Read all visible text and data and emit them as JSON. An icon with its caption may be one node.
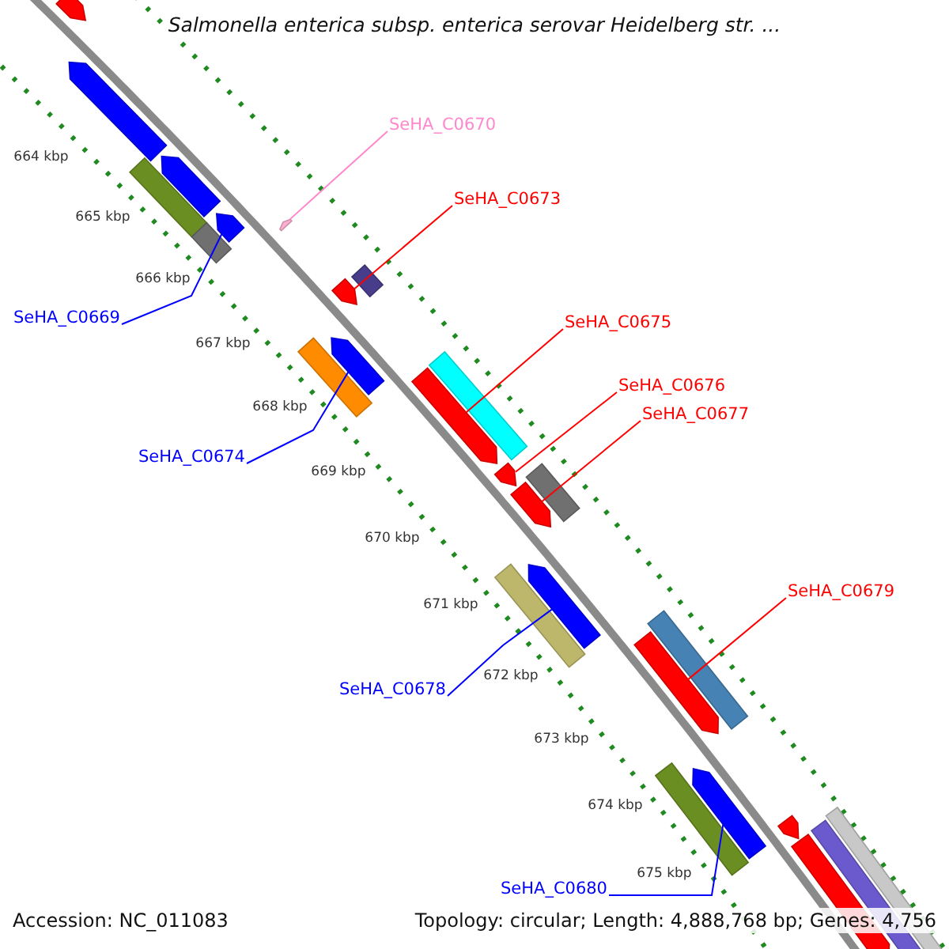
{
  "diagram": {
    "title": "Salmonella enterica subsp. enterica serovar Heidelberg str. ...",
    "nodes": [
      {
        "text": [
          "SeHA_C0670"
        ]
      },
      {
        "text": [
          "SeHA_C0673"
        ]
      },
      {
        "text": [
          "SeHA_C0669"
        ]
      },
      {
        "text": [
          "SeHA_C0675"
        ]
      },
      {
        "text": [
          "SeHA_C0676"
        ]
      },
      {
        "text": [
          "SeHA_C0677"
        ]
      },
      {
        "text": [
          "SeHA_C0674"
        ]
      },
      {
        "text": [
          "SeHA_C0679"
        ]
      },
      {
        "text": [
          "SeHA_C0678"
        ]
      },
      {
        "text": [
          "SeHA_C0680"
        ]
      },
      {
        "text": [],
        "shape": "bar"
      },
      {
        "text": [],
        "shape": "bar"
      },
      {
        "text": [],
        "shape": "bar"
      },
      {
        "text": [],
        "shape": "bar"
      },
      {
        "text": [],
        "shape": "bar"
      },
      {
        "text": [],
        "shape": "bar"
      },
      {
        "text": [],
        "shape": "bar"
      },
      {
        "text": [],
        "shape": "bar"
      },
      {
        "text": [],
        "shape": "bar"
      },
      {
        "text": [],
        "shape": "bar"
      },
      {
        "text": [],
        "shape": "bar"
      },
      {
        "text": [],
        "shape": "bar"
      },
      {
        "text": [],
        "shape": "bar"
      },
      {
        "text": [],
        "shape": "bar"
      },
      {
        "text": [],
        "shape": "bar"
      },
      {
        "text": [],
        "shape": "bar"
      },
      {
        "text": [],
        "shape": "bar"
      },
      {
        "text": [],
        "shape": "bar"
      },
      {
        "text": [],
        "shape": "bar"
      },
      {
        "text": [],
        "shape": "bar"
      },
      {
        "text": [],
        "shape": "bar"
      },
      {
        "text": [],
        "shape": "bar"
      },
      {
        "text": [],
        "shape": "bar"
      },
      {
        "text": [],
        "shape": "bar"
      },
      {
        "text": [],
        "shape": "bar"
      },
      {
        "text": [],
        "shape": "bar"
      }
    ],
    "edges": [
      {
        "from": 0,
        "to": 14,
        "arrow": "none",
        "color": "#ff88cc"
      },
      {
        "from": 1,
        "to": 18,
        "arrow": "none"
      },
      {
        "from": 2,
        "to": 15,
        "arrow": "none",
        "color": "#0000ff"
      },
      {
        "from": 3,
        "to": 22,
        "arrow": "none"
      },
      {
        "from": 4,
        "to": 23,
        "arrow": "none"
      },
      {
        "from": 5,
        "to": 25,
        "arrow": "none"
      },
      {
        "from": 6,
        "to": 19,
        "arrow": "none",
        "color": "#0000ff"
      },
      {
        "from": 7,
        "to": 29,
        "arrow": "none"
      },
      {
        "from": 8,
        "to": 26,
        "arrow": "none",
        "color": "#0000ff"
      },
      {
        "from": 9,
        "to": 30,
        "arrow": "none",
        "color": "#0000ff"
      }
    ],
    "labels": [
      "664 kbp",
      "665 kbp",
      "666 kbp",
      "667 kbp",
      "668 kbp",
      "669 kbp",
      "670 kbp",
      "671 kbp",
      "672 kbp",
      "673 kbp",
      "674 kbp",
      "675 kbp",
      "Accession: NC_011083",
      "Topology: circular; Length: 4,888,768 bp; Genes: 4,756"
    ]
  }
}
